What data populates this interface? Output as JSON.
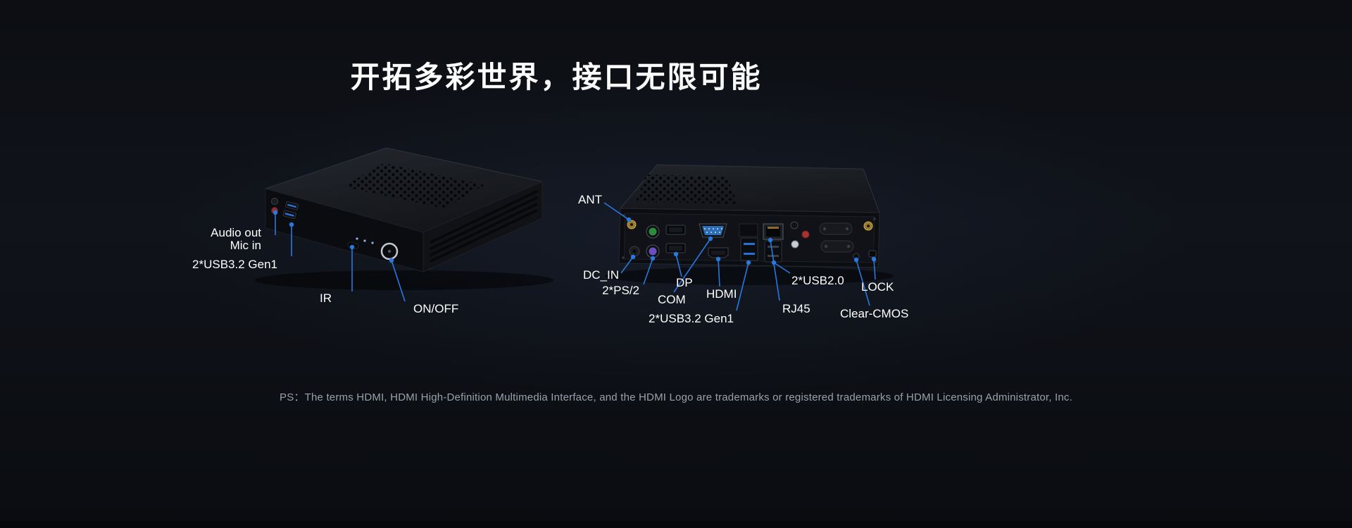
{
  "title": "开拓多彩世界，接口无限可能",
  "disclaimer": "PS：The terms HDMI, HDMI High-Definition Multimedia Interface, and the HDMI Logo are trademarks or registered trademarks of HDMI Licensing Administrator, Inc.",
  "colors": {
    "accent": "#2878E0",
    "background": "#0C0E13",
    "text": "#FFFFFF",
    "muted_text": "#9AA1AB"
  },
  "front_device": {
    "name": "mini-pc-front-view",
    "labels": [
      {
        "id": "audio-out",
        "text": "Audio out"
      },
      {
        "id": "mic-in",
        "text": "Mic in"
      },
      {
        "id": "usb32-gen1",
        "text": "2*USB3.2 Gen1"
      },
      {
        "id": "ir",
        "text": "IR"
      },
      {
        "id": "on-off",
        "text": "ON/OFF"
      }
    ]
  },
  "rear_device": {
    "name": "mini-pc-rear-view",
    "labels": [
      {
        "id": "ant",
        "text": "ANT"
      },
      {
        "id": "dc-in",
        "text": "DC_IN"
      },
      {
        "id": "ps2",
        "text": "2*PS/2"
      },
      {
        "id": "dp",
        "text": "DP"
      },
      {
        "id": "com",
        "text": "COM"
      },
      {
        "id": "hdmi",
        "text": "HDMI"
      },
      {
        "id": "usb32-gen1",
        "text": "2*USB3.2 Gen1"
      },
      {
        "id": "usb20",
        "text": "2*USB2.0"
      },
      {
        "id": "rj45",
        "text": "RJ45"
      },
      {
        "id": "lock",
        "text": "LOCK"
      },
      {
        "id": "clear-cmos",
        "text": "Clear-CMOS"
      }
    ]
  }
}
